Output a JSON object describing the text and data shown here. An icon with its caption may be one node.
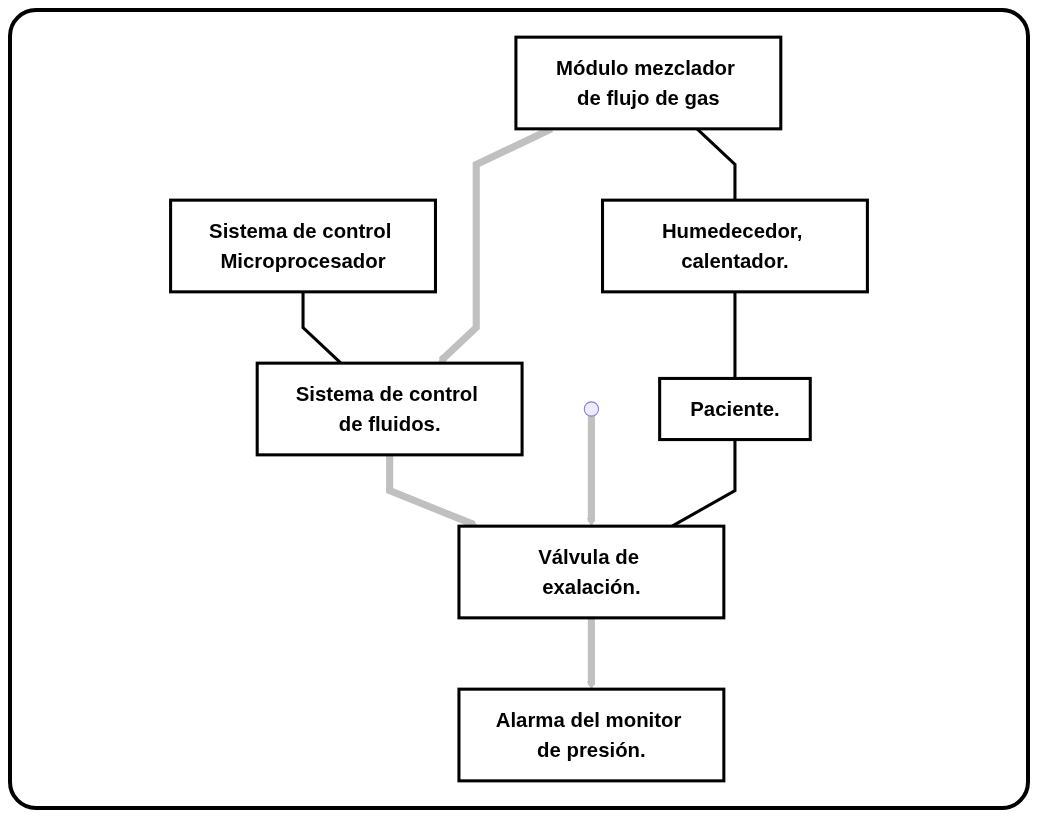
{
  "diagram": {
    "nodes": [
      {
        "text": [
          "Sistema de control Microprocesador"
        ]
      },
      {
        "text": [
          "Módulo mezclador de flujo de gas"
        ]
      },
      {
        "text": [
          "Sistema de control de fluidos."
        ]
      },
      {
        "text": [
          "Válvula de exalación."
        ]
      },
      {
        "text": [
          "Humedecedor, calentador."
        ]
      },
      {
        "text": [
          "Alarma del monitor de presión."
        ]
      },
      {
        "text": [
          "Paciente."
        ]
      }
    ],
    "edges": [
      {
        "from": 0,
        "to": 2,
        "arrow": "none"
      },
      {
        "from": 1,
        "to": 2,
        "arrow": "to",
        "style": "thick",
        "color": "#c0c0c0"
      },
      {
        "from": 2,
        "to": 3,
        "arrow": "to",
        "style": "thick",
        "color": "#c0c0c0"
      },
      {
        "from": 1,
        "to": 4,
        "arrow": "none"
      },
      {
        "from": 3,
        "to": 5,
        "arrow": "to",
        "style": "thick",
        "color": "#c0c0c0"
      },
      {
        "from": null,
        "to": 3,
        "arrow": "to",
        "style": "thick",
        "color": "#c0c0c0"
      },
      {
        "from": 4,
        "to": 6,
        "arrow": "none"
      },
      {
        "from": 6,
        "to": 3,
        "arrow": "none"
      }
    ]
  }
}
